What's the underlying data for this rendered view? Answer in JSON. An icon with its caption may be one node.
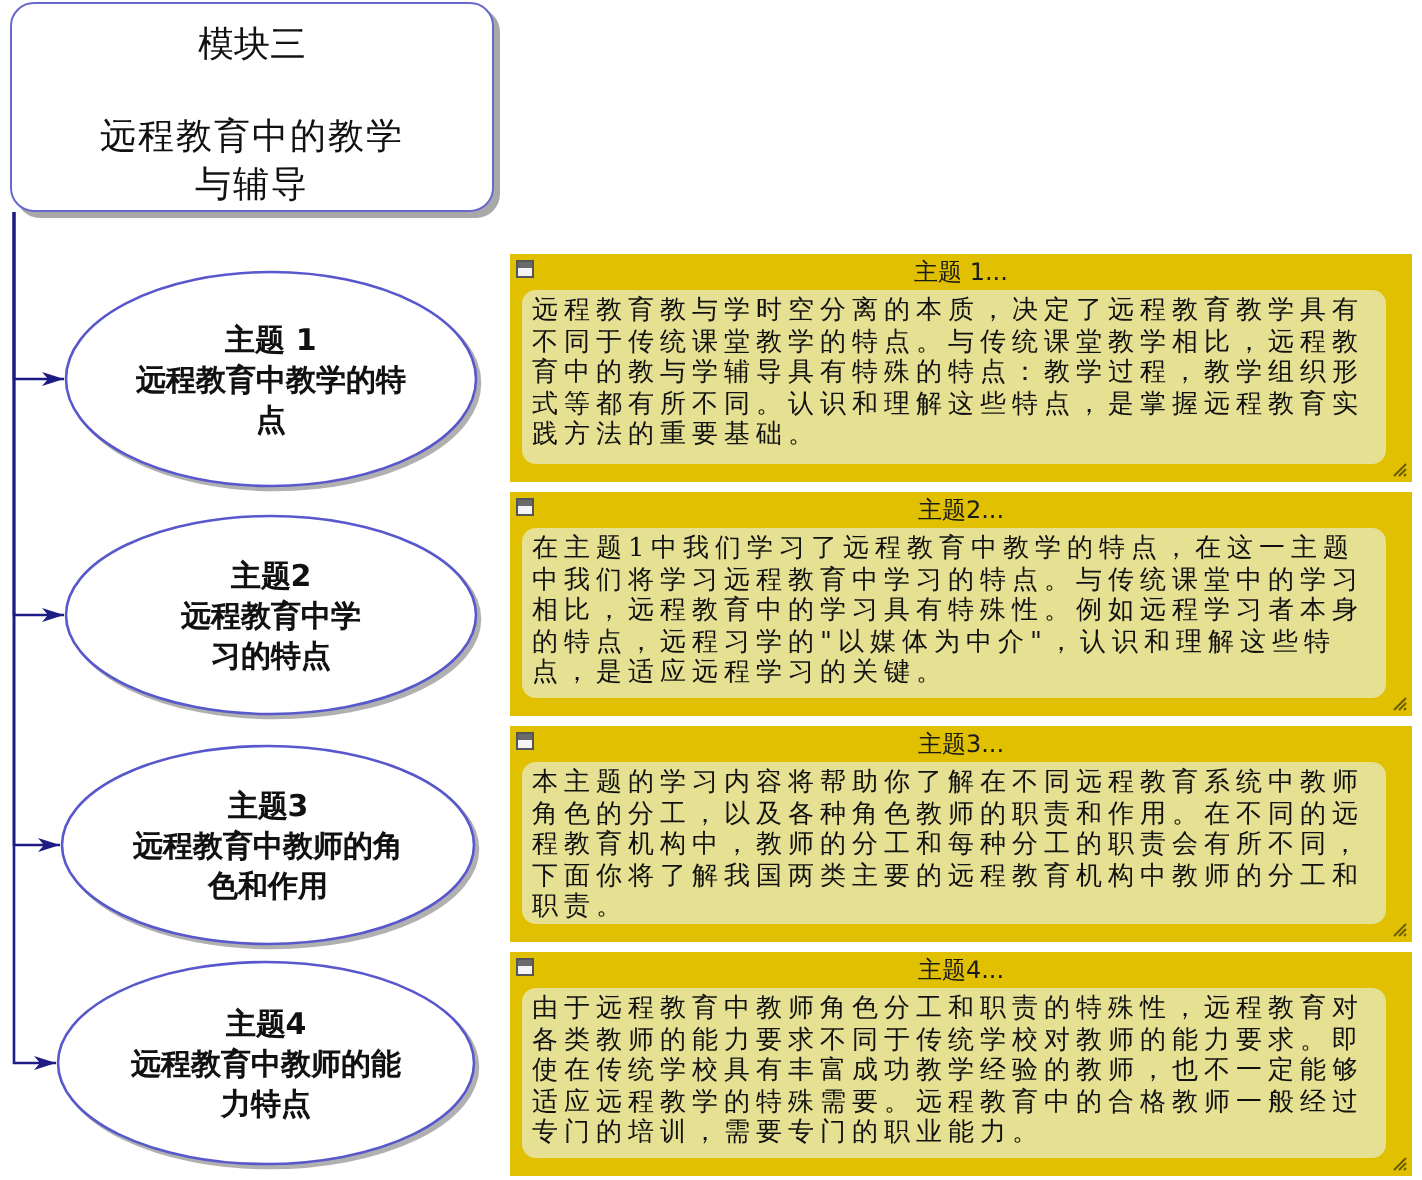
{
  "diagram": {
    "nodes": [
      {
        "text": [
          "模块三",
          "远程教育中的教学与辅导"
        ]
      },
      {
        "text": [
          "主题 1",
          "远程教育中教学的特点"
        ]
      },
      {
        "text": [
          "主题2",
          "远程教育中学习的特点"
        ]
      },
      {
        "text": [
          "主题3",
          "远程教育中教师的角色和作用"
        ]
      },
      {
        "text": [
          "主题4",
          "远程教育中教师的能力特点"
        ]
      },
      {
        "text": [
          "主题 1...",
          "远程教育教与学时空分离的本质，决定了远程教育教学具有不同于传统课堂教学的特点。与传统课堂教学相比，远程教育中的教与学辅导具有特殊的特点：教学过程，教学组织形式等都有所不同。认识和理解这些特点，是掌握远程教育实践方法的重要基础。"
        ]
      },
      {
        "text": [
          "主题2...",
          "在主题1中我们学习了远程教育中教学的特点，在这一主题中我们将学习远程教育中学习的特点。与传统课堂中的学习相比，远程教育中的学习具有特殊性。例如远程学习者本身的特点，远程习学的\"以媒体为中介\"，认识和理解这些特点，是适应远程学习的关键。"
        ]
      },
      {
        "text": [
          "主题3...",
          "本主题的学习内容将帮助你了解在不同远程教育系统中教师角色的分工，以及各种角色教师的职责和作用。在不同的远程教育机构中，教师的分工和每种分工的职责会有所不同，下面你将了解我国两类主要的远程教育机构中教师的分工和职责。"
        ]
      },
      {
        "text": [
          "主题4...",
          "由于远程教育中教师角色分工和职责的特殊性，远程教育对各类教师的能力要求不同于传统学校对教师的能力要求。即使在传统学校具有丰富成功教学经验的教师，也不一定能够适应远程教学的特殊需要。远程教育中的合格教师一般经过专门的培训，需要专门的职业能力。"
        ]
      }
    ],
    "edges": [
      {
        "from": 0,
        "to": 1,
        "arrow": "to"
      },
      {
        "from": 0,
        "to": 2,
        "arrow": "to"
      },
      {
        "from": 0,
        "to": 3,
        "arrow": "to"
      },
      {
        "from": 0,
        "to": 4,
        "arrow": "to"
      }
    ]
  }
}
